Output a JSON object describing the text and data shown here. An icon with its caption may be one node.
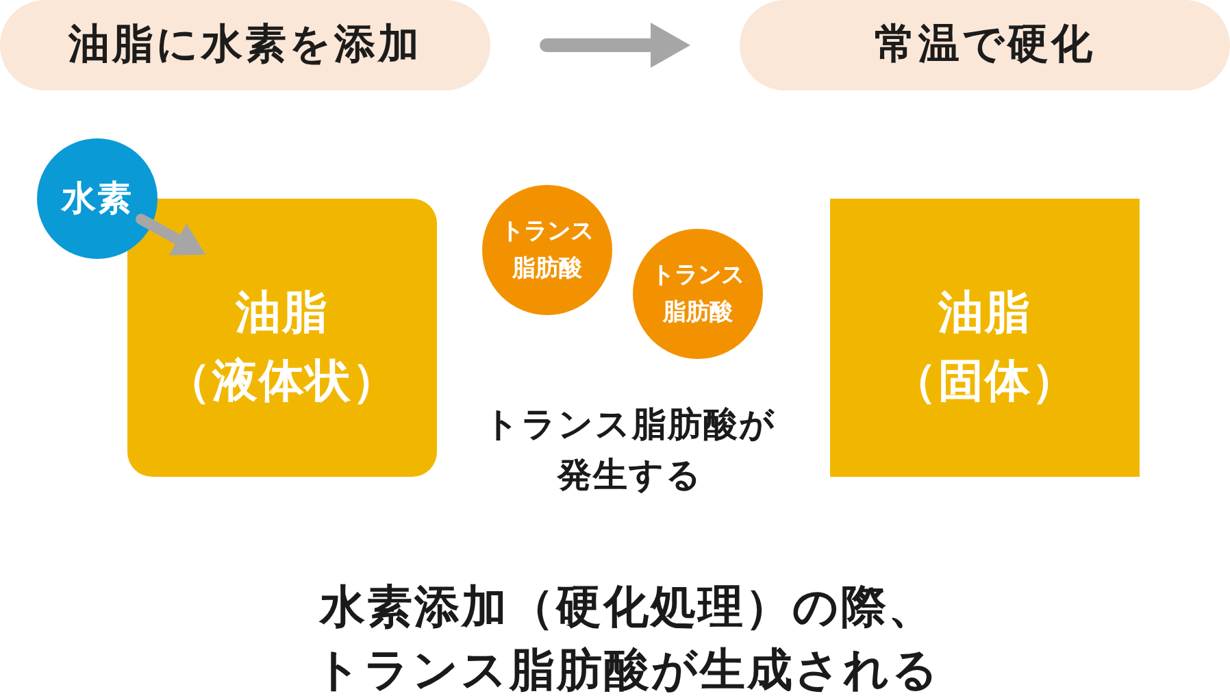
{
  "diagram": {
    "caption": "水素添加（硬化処理）の際、トランス脂肪酸が生成される",
    "nodes": [
      {
        "text": [
          "油脂に水素を添加"
        ]
      },
      {
        "text": [
          "常温で硬化"
        ]
      },
      {
        "text": [
          "水素"
        ]
      },
      {
        "text": [
          "油脂",
          "（液体状）"
        ]
      },
      {
        "text": [
          "トランス脂肪酸"
        ]
      },
      {
        "text": [
          "トランス脂肪酸"
        ]
      },
      {
        "text": [
          "油脂",
          "（固体）"
        ]
      }
    ],
    "edges": [
      {
        "from": 0,
        "to": 1,
        "arrow": "to"
      },
      {
        "from": 2,
        "to": 3,
        "arrow": "to"
      }
    ],
    "labels": [
      "トランス脂肪酸が発生する"
    ]
  }
}
